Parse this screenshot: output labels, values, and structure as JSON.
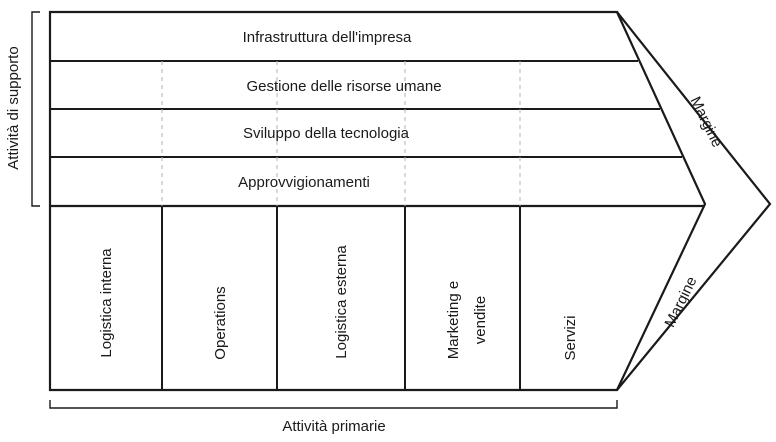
{
  "support_label": "Attività di supporto",
  "primary_label": "Attività primarie",
  "support_activities": [
    "Infrastruttura dell'impresa",
    "Gestione delle risorse umane",
    "Sviluppo della tecnologia",
    "Approvvigionamenti"
  ],
  "primary_activities": [
    {
      "lines": [
        "Logistica interna"
      ]
    },
    {
      "lines": [
        "Operations"
      ]
    },
    {
      "lines": [
        "Logistica esterna"
      ]
    },
    {
      "lines": [
        "Marketing e",
        "vendite"
      ]
    },
    {
      "lines": [
        "Servizi"
      ]
    }
  ],
  "margin_top": "Margine",
  "margin_bottom": "Margine",
  "colors": {
    "line": "#1a1a1a",
    "dashed": "#b0b0b0",
    "text": "#1a1a1a"
  }
}
